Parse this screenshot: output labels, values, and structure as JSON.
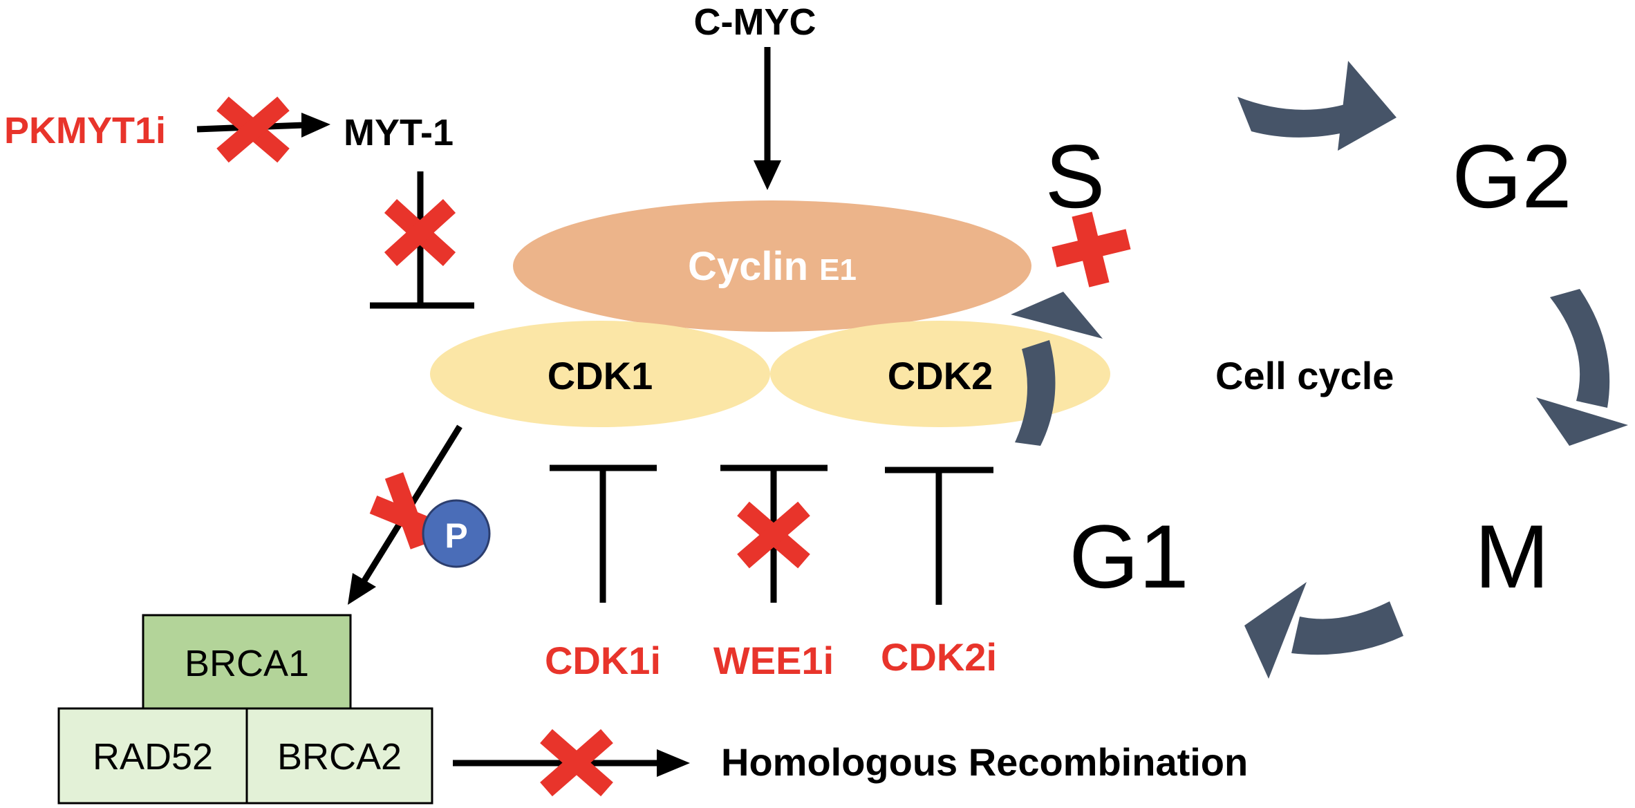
{
  "colors": {
    "red": "#e8342b",
    "black": "#000000",
    "cyclin_fill": "#ecb48a",
    "cdk_fill": "#fbe6a6",
    "arrow_slate": "#465468",
    "brca1_fill": "#b3d499",
    "brca_lower_fill": "#e3f1d7",
    "phospho_fill": "#4a6db8",
    "white": "#ffffff"
  },
  "labels": {
    "cmyc": "C-MYC",
    "pkmyt1i": "PKMYT1i",
    "myt1": "MYT-1",
    "cyclin_main": "Cyclin",
    "cyclin_sub": "E1",
    "cdk1": "CDK1",
    "cdk2": "CDK2",
    "phospho": "P",
    "cdk1i": "CDK1i",
    "wee1i": "WEE1i",
    "cdk2i": "CDK2i",
    "brca1": "BRCA1",
    "rad52": "RAD52",
    "brca2": "BRCA2",
    "homologous_recombination": "Homologous Recombination",
    "cell_cycle": "Cell cycle",
    "phase_s": "S",
    "phase_g2": "G2",
    "phase_m": "M",
    "phase_g1": "G1"
  },
  "icons": {
    "inhibition_mark": "red-x-icon",
    "phosphate": "phosphate-circle-icon",
    "cycle_arrow": "curved-arrow-icon"
  }
}
